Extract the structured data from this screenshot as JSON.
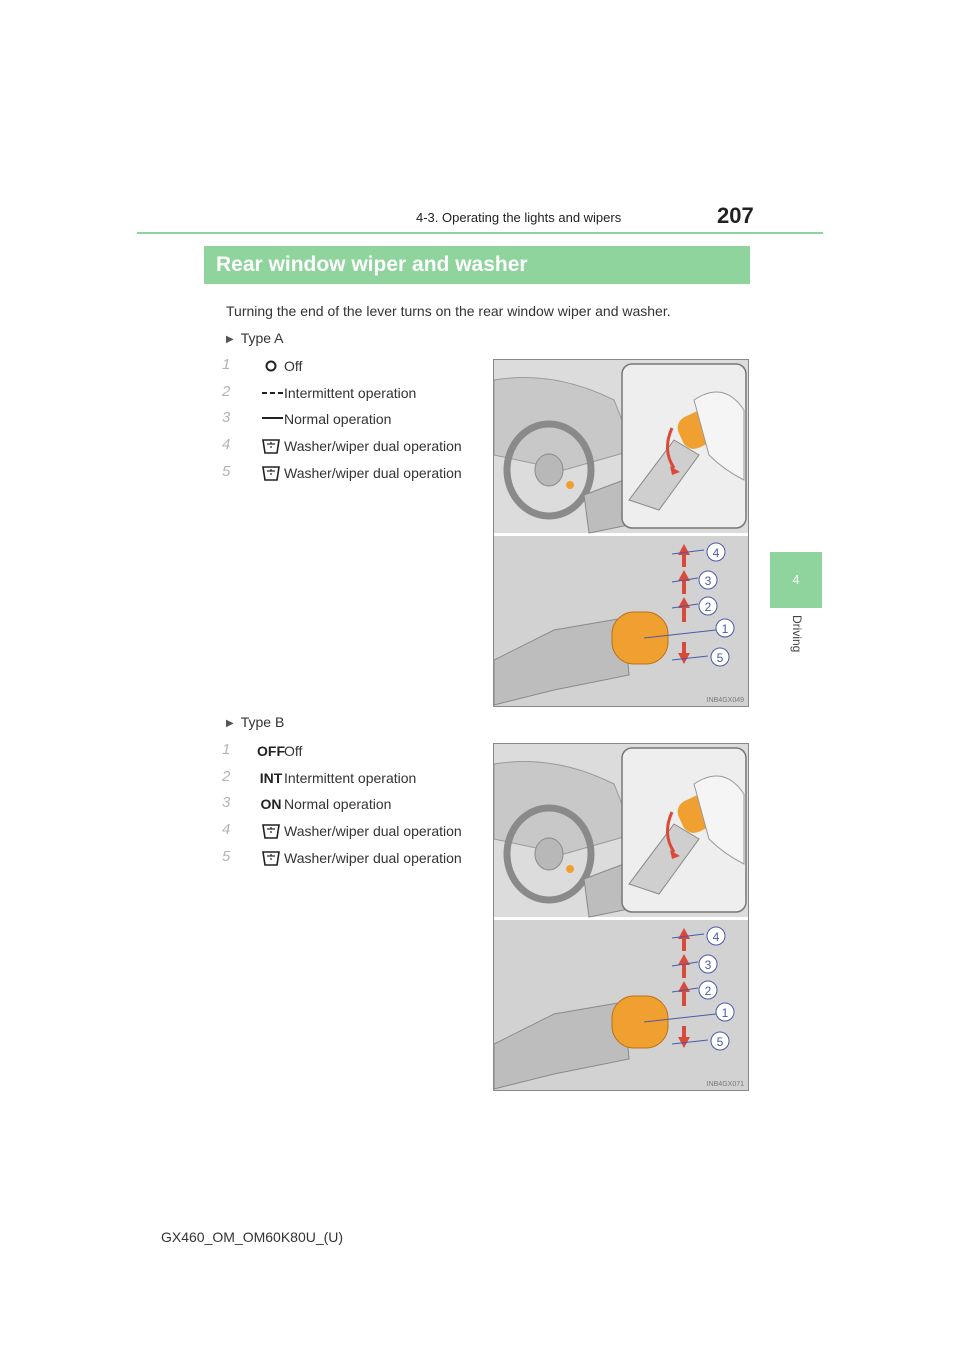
{
  "header": {
    "section": "4-3. Operating the lights and wipers",
    "page_number": "207"
  },
  "side_tab": {
    "number": "4",
    "label": "Driving"
  },
  "section": {
    "title": "Rear window wiper and washer",
    "intro": "Turning the end of the lever turns on the rear window wiper and washer."
  },
  "types": [
    {
      "label": "Type A",
      "figure_code": "INB4GX049",
      "items": [
        {
          "num": "1",
          "icon": "circle-off-icon",
          "text": "Off"
        },
        {
          "num": "2",
          "icon": "dashed-line-icon",
          "text": "Intermittent operation"
        },
        {
          "num": "3",
          "icon": "solid-line-icon",
          "text": "Normal operation"
        },
        {
          "num": "4",
          "icon": "washer-icon",
          "text": "Washer/wiper dual operation"
        },
        {
          "num": "5",
          "icon": "washer-icon",
          "text": "Washer/wiper dual operation"
        }
      ]
    },
    {
      "label": "Type B",
      "figure_code": "INB4GX071",
      "items": [
        {
          "num": "1",
          "symbol": "OFF",
          "text": "Off"
        },
        {
          "num": "2",
          "symbol": "INT",
          "text": "Intermittent operation"
        },
        {
          "num": "3",
          "symbol": "ON",
          "text": "Normal operation"
        },
        {
          "num": "4",
          "icon": "washer-icon",
          "text": "Washer/wiper dual operation"
        },
        {
          "num": "5",
          "icon": "washer-icon",
          "text": "Washer/wiper dual operation"
        }
      ]
    }
  ],
  "figure_labels": [
    "4",
    "3",
    "2",
    "1",
    "5"
  ],
  "footer": "GX460_OM_OM60K80U_(U)",
  "colors": {
    "accent": "#8ed49c",
    "lever": "#f0a030",
    "arrow": "#d94a3a",
    "callout": "#4a5aa8"
  }
}
